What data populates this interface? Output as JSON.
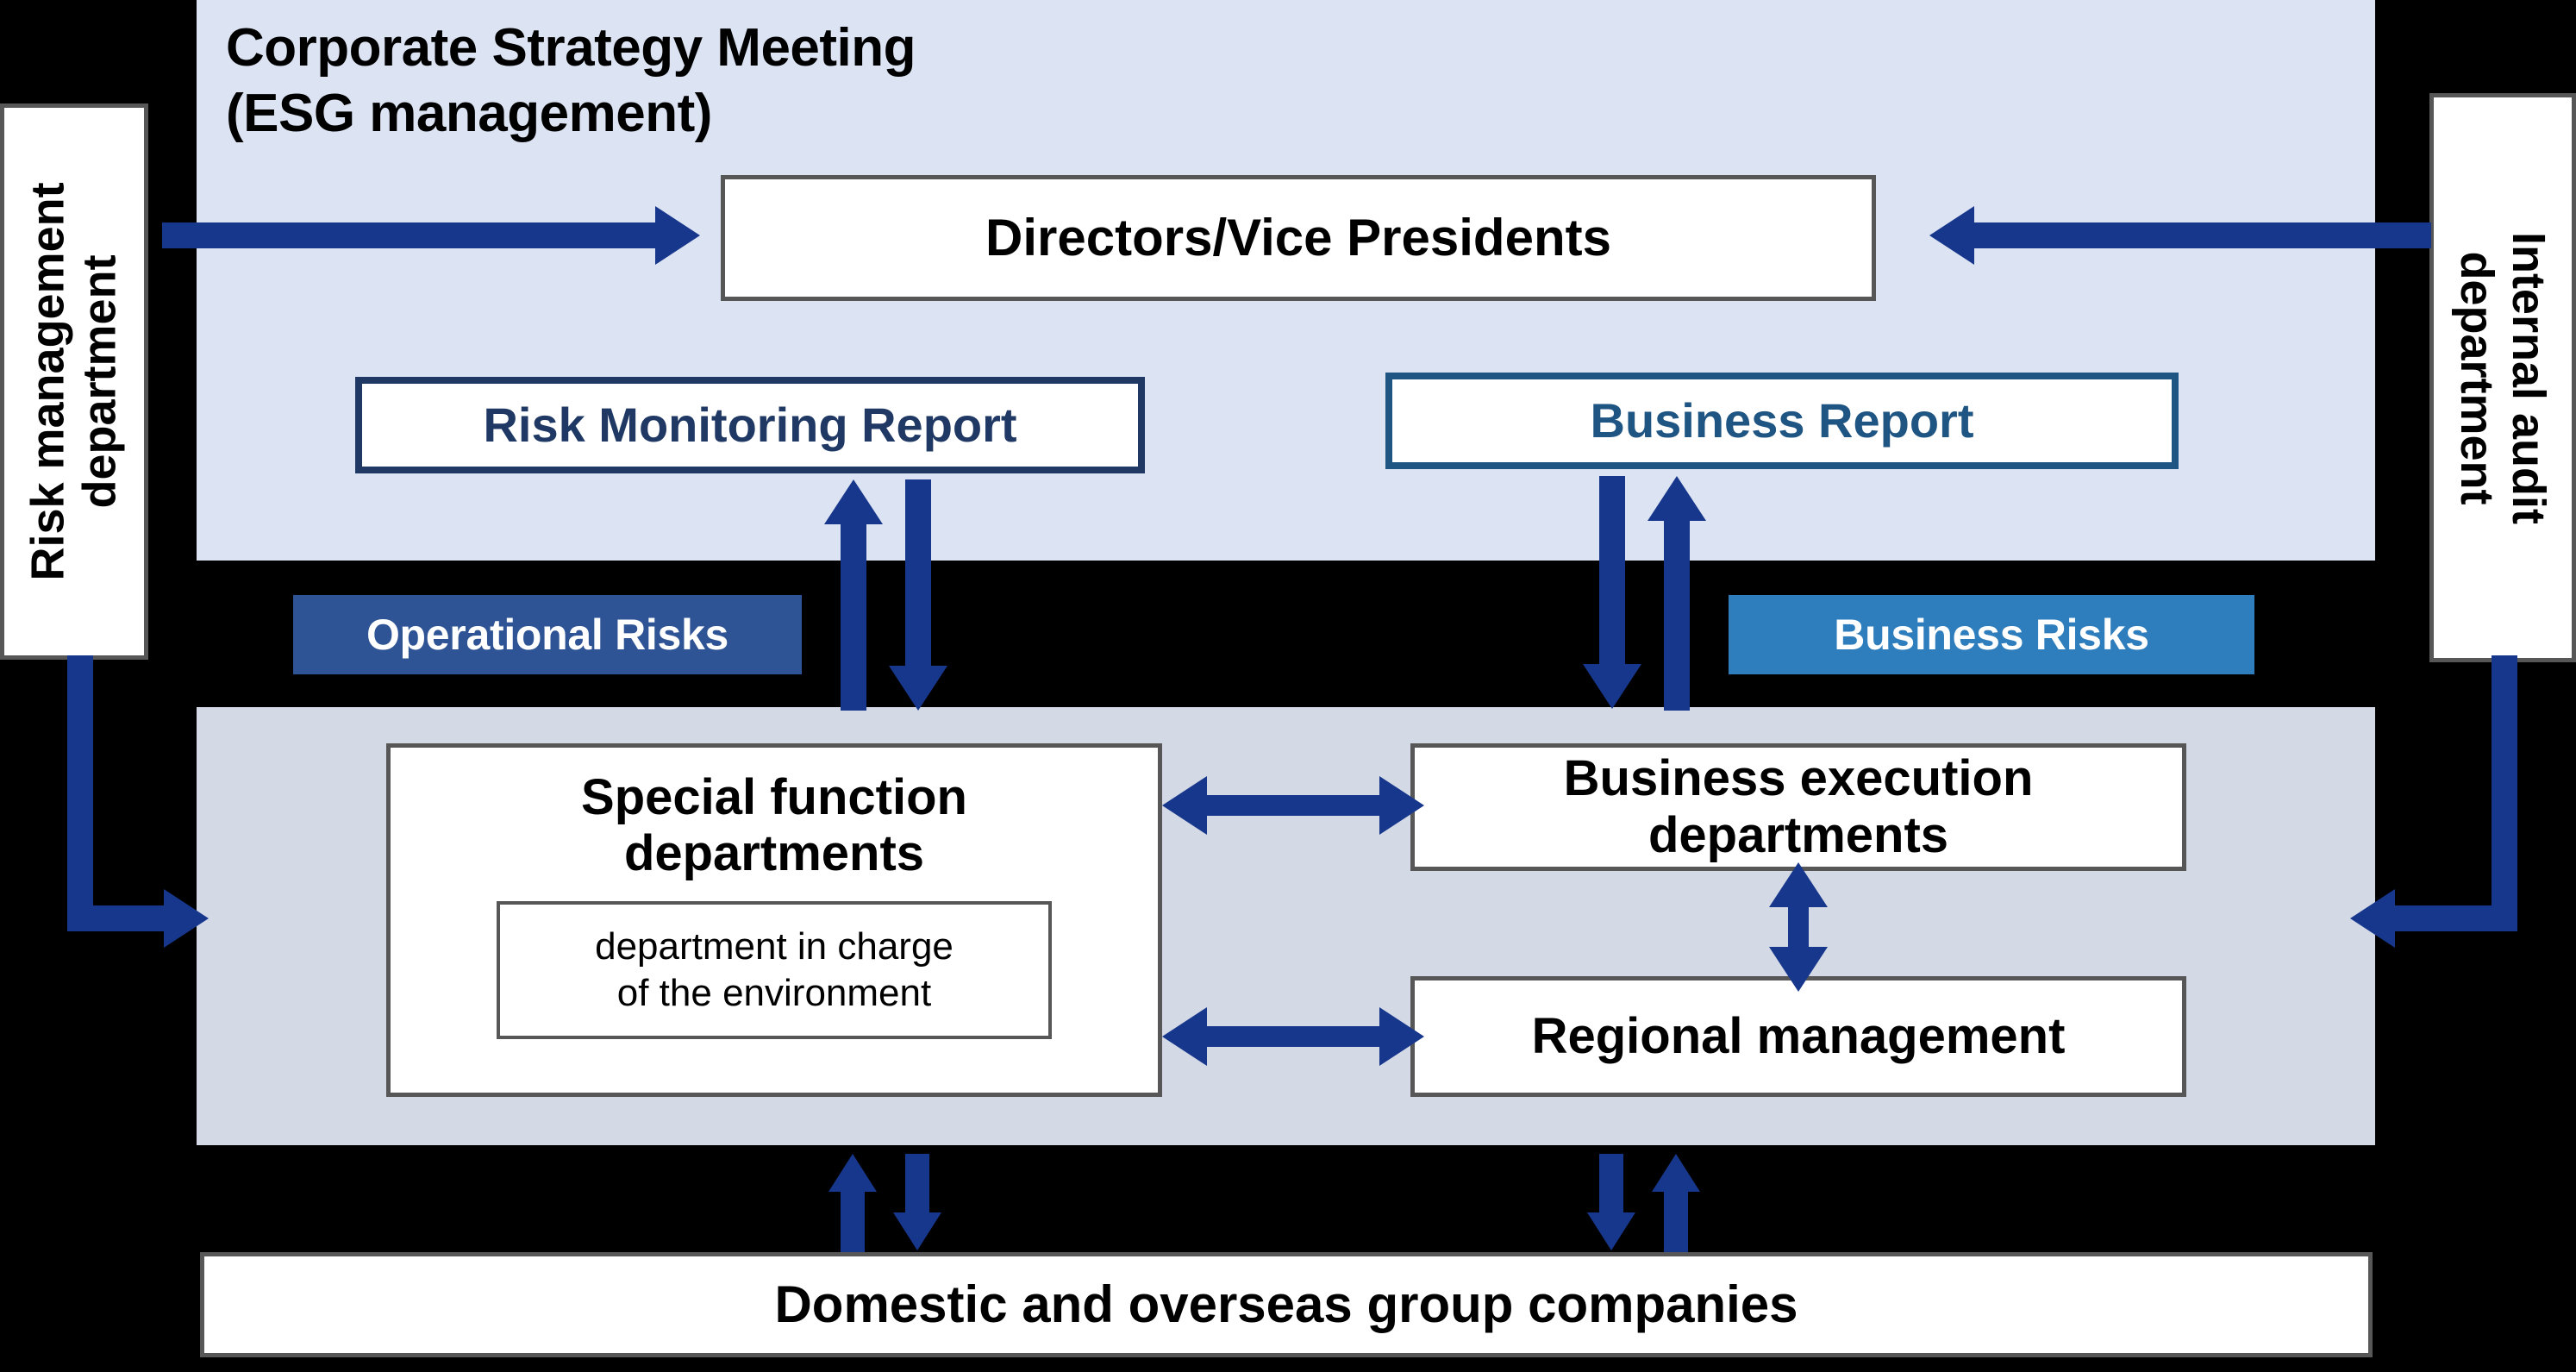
{
  "diagram": {
    "title_line1": "Corporate Strategy Meeting",
    "title_line2": "(ESG management)"
  },
  "top_panel": {
    "directors_box": "Directors/Vice Presidents",
    "risk_monitoring_report": "Risk Monitoring Report",
    "business_report": "Business Report"
  },
  "side_boxes": {
    "left": "Risk management\ndepartment",
    "left_line1": "Risk management",
    "left_line2": "department",
    "right_line1": "Internal audit",
    "right_line2": "department"
  },
  "badges": {
    "operational_risks": "Operational Risks",
    "business_risks": "Business Risks"
  },
  "mid_panel": {
    "special_function_line1": "Special function",
    "special_function_line2": "departments",
    "environment_line1": "department in charge",
    "environment_line2": "of the environment",
    "business_execution_line1": "Business execution",
    "business_execution_line2": "departments",
    "regional_management": "Regional management"
  },
  "bottom": {
    "group_companies": "Domestic and overseas group companies"
  },
  "colors": {
    "background": "#000000",
    "top_panel": "#dce3f2",
    "mid_panel": "#d3d9e5",
    "arrow_navy": "#17378c",
    "operational_badge": "#2e5496",
    "business_badge": "#2e7ebd",
    "report_navy": "#1f3864",
    "report_blue": "#1f5582",
    "box_border_gray": "#575757"
  }
}
